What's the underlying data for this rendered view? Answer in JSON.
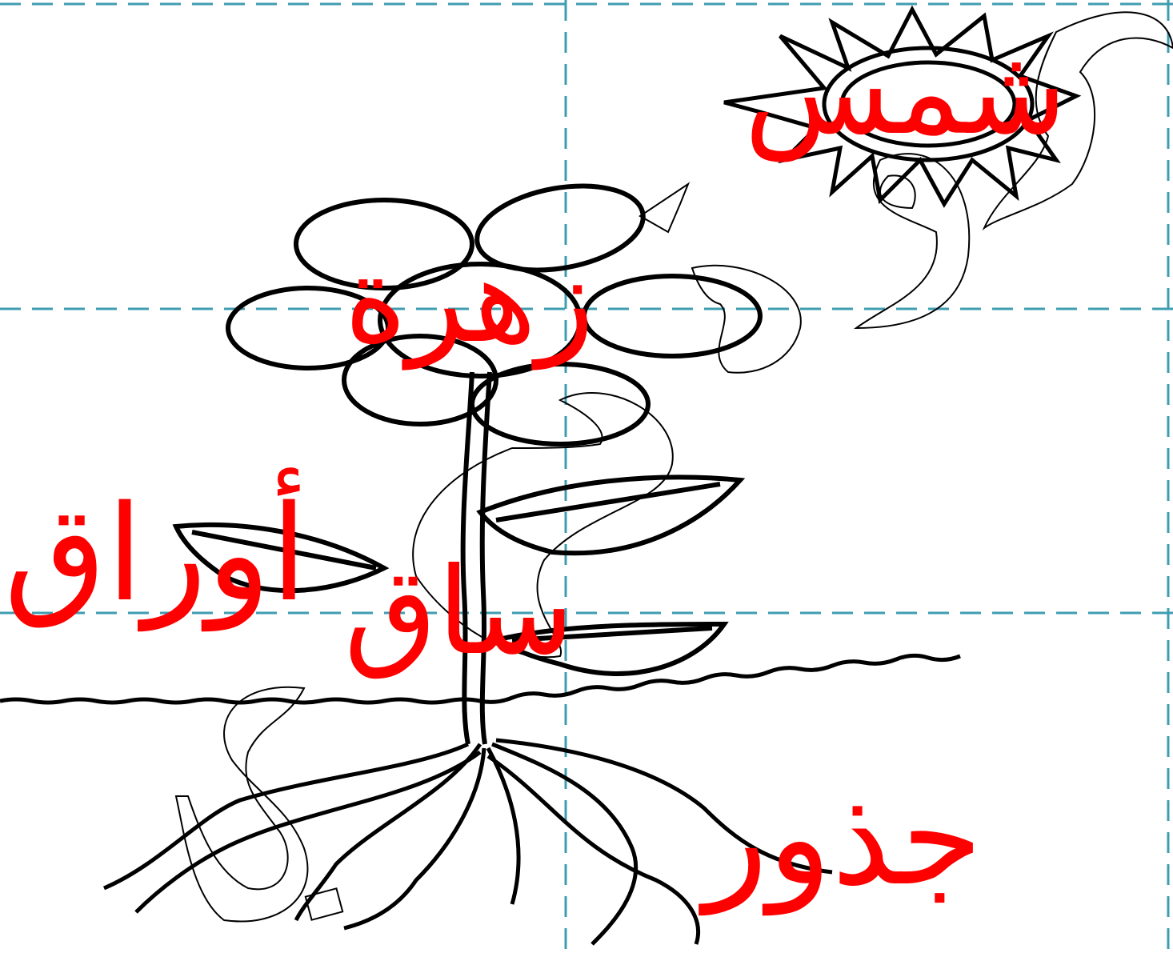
{
  "labels": {
    "sun": "شمس",
    "flower": "زهرة",
    "leaves": "أوراق",
    "stem": "ساق",
    "roots": "جذور"
  },
  "colors": {
    "label": "#ff0000",
    "guides": "#3f9db0",
    "lines": "#000000",
    "background": "#ffffff"
  }
}
